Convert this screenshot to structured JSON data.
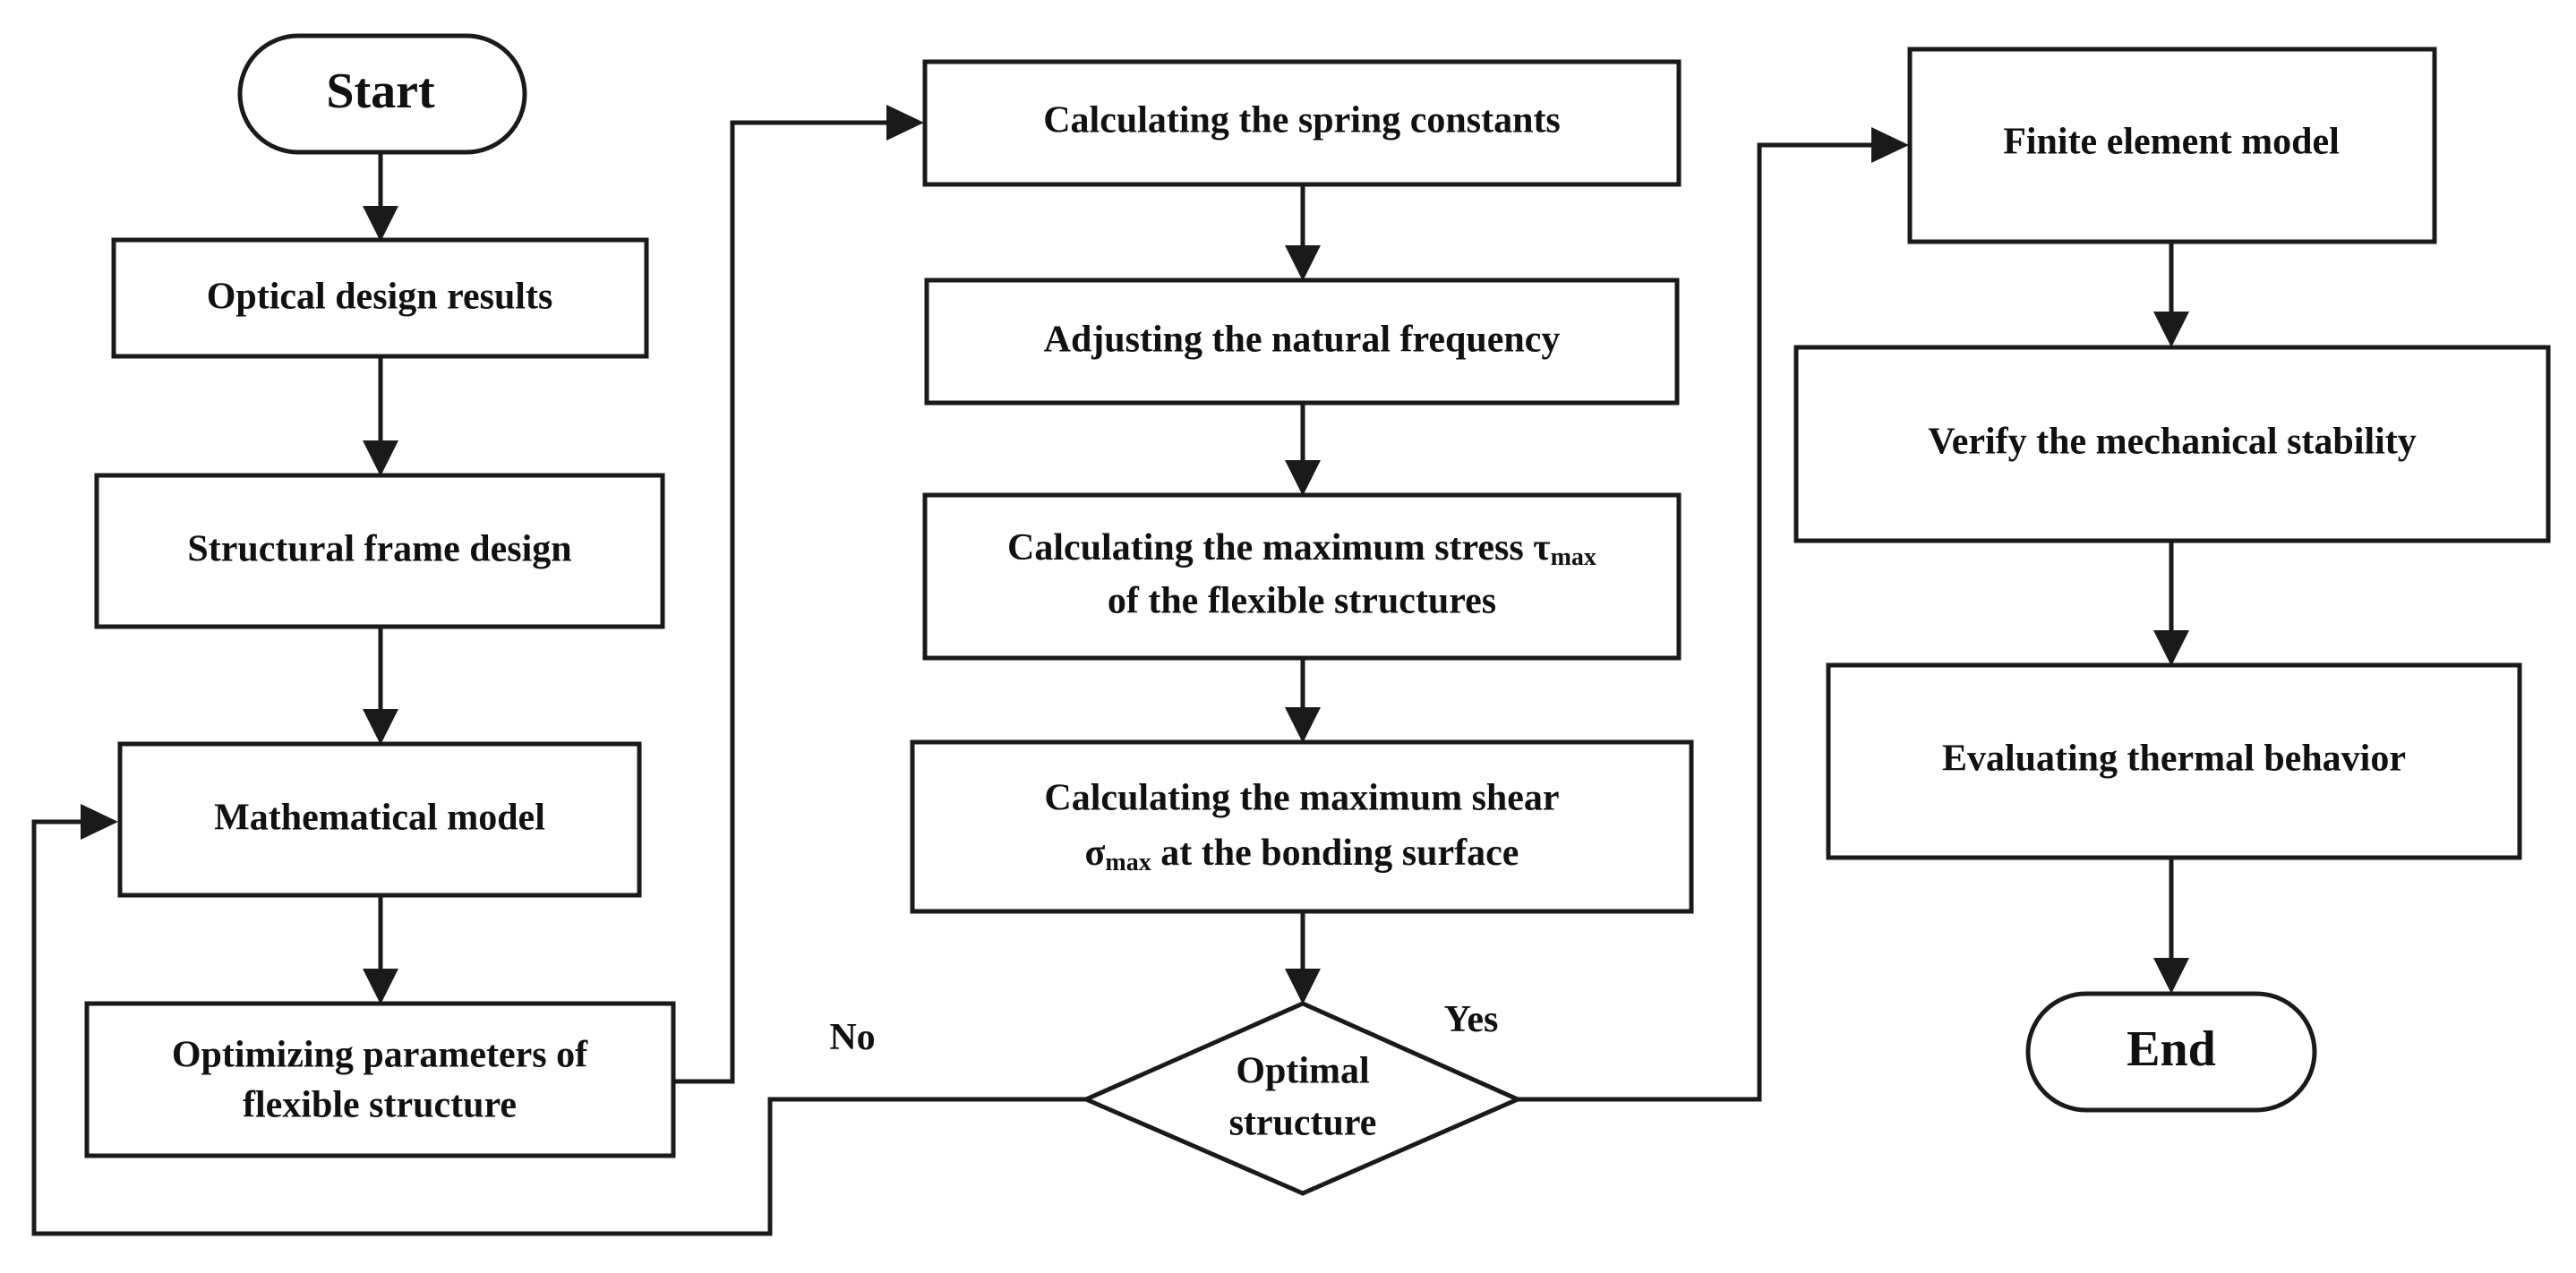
{
  "nodes": {
    "start": "Start",
    "optical_design": "Optical design results",
    "structural_frame": "Structural frame design",
    "math_model": "Mathematical model",
    "optimizing_line1": "Optimizing parameters of",
    "optimizing_line2": "flexible structure",
    "spring_constants": "Calculating the spring constants",
    "natural_frequency": "Adjusting the natural frequency",
    "max_stress_line1": "Calculating the maximum stress ",
    "max_stress_symbol": "τ",
    "max_stress_sub": "max",
    "max_stress_line2": "of the flexible structures",
    "max_shear_line1": "Calculating the maximum shear",
    "max_shear_symbol": "σ",
    "max_shear_sub": "max",
    "max_shear_line2": " at the bonding surface",
    "optimal_line1": "Optimal",
    "optimal_line2": "structure",
    "finite_element": "Finite element model",
    "mech_stability": "Verify the mechanical stability",
    "thermal": "Evaluating thermal behavior",
    "end": "End"
  },
  "edges": {
    "no_label": "No",
    "yes_label": "Yes"
  },
  "colors": {
    "stroke": "#1a1a1a",
    "text": "#111111",
    "background": "#ffffff"
  }
}
